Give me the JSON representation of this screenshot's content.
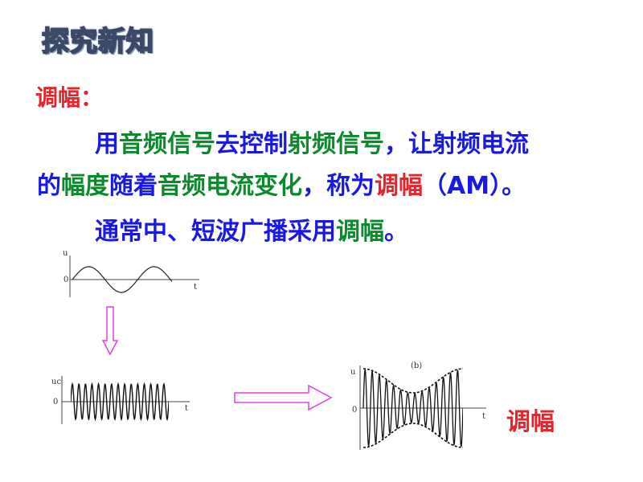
{
  "banner": {
    "title": "探究新知"
  },
  "heading": {
    "label": "调幅："
  },
  "paragraph1": {
    "line1": [
      {
        "text": "用",
        "color": "blue"
      },
      {
        "text": "音频信号",
        "color": "green"
      },
      {
        "text": "去控制",
        "color": "blue"
      },
      {
        "text": "射频信号",
        "color": "green"
      },
      {
        "text": "，让射频电流",
        "color": "blue"
      }
    ],
    "line2": [
      {
        "text": "的",
        "color": "blue"
      },
      {
        "text": "幅度",
        "color": "green"
      },
      {
        "text": "随着",
        "color": "blue"
      },
      {
        "text": "音频电流变化",
        "color": "green"
      },
      {
        "text": "，称为",
        "color": "blue"
      },
      {
        "text": "调幅",
        "color": "red"
      },
      {
        "text": "（AM）。",
        "color": "blue"
      }
    ]
  },
  "paragraph2": [
    {
      "text": "通常中、短波广播采用",
      "color": "blue"
    },
    {
      "text": "调幅",
      "color": "green"
    },
    {
      "text": "。",
      "color": "blue"
    }
  ],
  "diagram": {
    "audio": {
      "y_label": "u",
      "zero": "0",
      "x_label": "t"
    },
    "carrier": {
      "y_label": "uc",
      "zero": "0",
      "x_label": "t"
    },
    "modulated": {
      "panel": "(b)",
      "y_label": "u",
      "zero": "0",
      "x_label": "t"
    },
    "result_label": "调幅",
    "colors": {
      "arrow": "#e040e0",
      "text_red": "#e8232a",
      "text_blue": "#1919e6",
      "text_green": "#0a8a2a"
    }
  }
}
